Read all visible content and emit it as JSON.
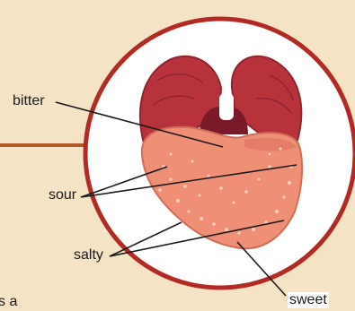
{
  "labels": {
    "bitter": "bitter",
    "sour": "sour",
    "salty": "salty",
    "sweet": "sweet"
  },
  "caption_fragment": "s a",
  "colors": {
    "background": "#f4e3c4",
    "circle_border": "#b32a24",
    "connector_line": "#b05a28",
    "tongue_back": "#b8323c",
    "tongue_front": "#ee8f76",
    "taste_dots": "#ffd9c9"
  }
}
